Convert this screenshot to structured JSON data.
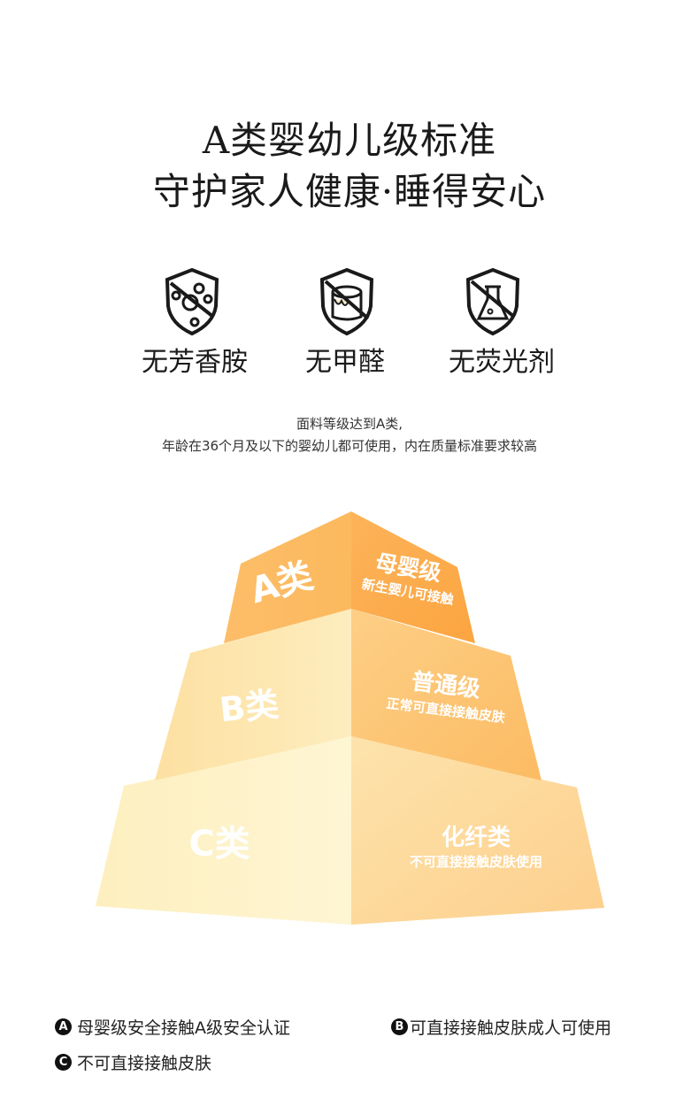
{
  "header": {
    "line1": "A类婴幼儿级标准",
    "line2": "守护家人健康·睡得安心"
  },
  "features": [
    {
      "label": "无芳香胺",
      "icon": "no-aromatic-amine-shield-icon"
    },
    {
      "label": "无甲醛",
      "icon": "no-formaldehyde-shield-icon"
    },
    {
      "label": "无荧光剂",
      "icon": "no-fluorescent-shield-icon"
    }
  ],
  "description": {
    "line1": "面料等级达到A类,",
    "line2": "年龄在36个月及以下的婴幼儿都可使用，内在质量标准要求较高"
  },
  "pyramid": {
    "a": {
      "class": "A类",
      "grade": "母婴级",
      "note": "新生婴儿可接触"
    },
    "b": {
      "class": "B类",
      "grade": "普通级",
      "note": "正常可直接接触皮肤"
    },
    "c": {
      "class": "C类",
      "grade": "化纤类",
      "note": "不可直接接触皮肤使用"
    }
  },
  "legend": [
    {
      "badge": "A",
      "text": "母婴级安全接触A级安全认证"
    },
    {
      "badge": "B",
      "text": "可直接接触皮肤成人可使用"
    },
    {
      "badge": "C",
      "text": "不可直接接触皮肤"
    }
  ],
  "colors": {
    "a": "#fdb55a",
    "b": "#fdd58a",
    "c": "#fdeab8"
  }
}
